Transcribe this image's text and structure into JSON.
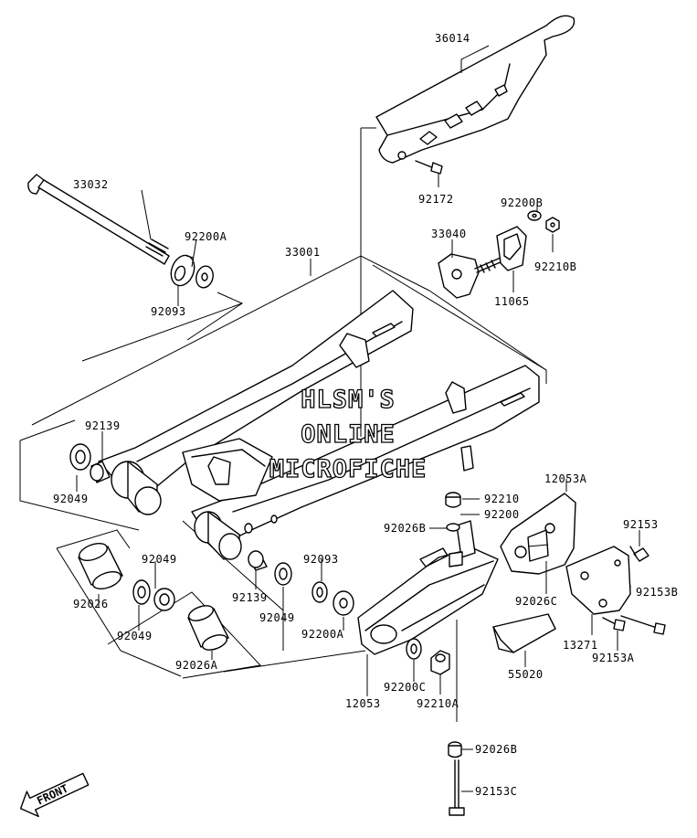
{
  "watermark": {
    "line1": "HLSM'S",
    "line2": "ONLINE",
    "line3": "MICROFICHE"
  },
  "front_arrow": {
    "label": "FRONT"
  },
  "parts": {
    "p36014": "36014",
    "p92172": "92172",
    "p33032": "33032",
    "p92200A_top": "92200A",
    "p92093_top": "92093",
    "p33001": "33001",
    "p33040": "33040",
    "p92200B": "92200B",
    "p92210B": "92210B",
    "p11065": "11065",
    "p92139_left": "92139",
    "p92049_left": "92049",
    "p12053A": "12053A",
    "p92210": "92210",
    "p92200": "92200",
    "p92026B_mid": "92026B",
    "p92153": "92153",
    "p92093_mid": "92093",
    "p92049_a": "92049",
    "p92026": "92026",
    "p92049_b": "92049",
    "p92026A": "92026A",
    "p92139_mid": "92139",
    "p92049_mid": "92049",
    "p92200A_mid": "92200A",
    "p92026C": "92026C",
    "p92153B": "92153B",
    "p13271": "13271",
    "p92153A": "92153A",
    "p55020": "55020",
    "p12053": "12053",
    "p92200C": "92200C",
    "p92210A": "92210A",
    "p92026B_bot": "92026B",
    "p92153C": "92153C"
  }
}
